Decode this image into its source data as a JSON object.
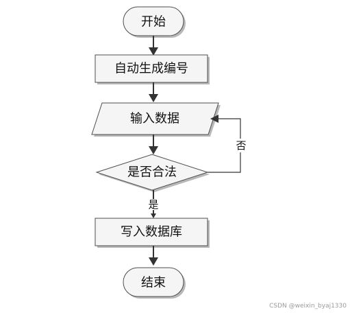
{
  "nodes": {
    "start": {
      "label": "开始"
    },
    "generate_id": {
      "label": "自动生成编号"
    },
    "input_data": {
      "label": "输入数据"
    },
    "validate": {
      "label": "是否合法"
    },
    "write_db": {
      "label": "写入数据库"
    },
    "end": {
      "label": "结束"
    }
  },
  "edges": {
    "yes_label": "是",
    "no_label": "否"
  },
  "watermark": "CSDN @weixin_byaj1330"
}
